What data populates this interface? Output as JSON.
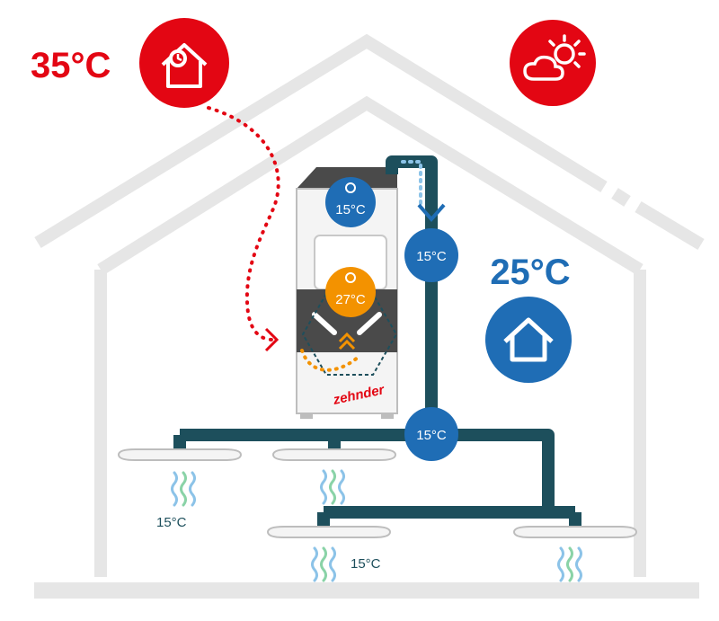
{
  "outside_temp": "35°C",
  "inside_temp": "25°C",
  "unit_top_temp": "15°C",
  "unit_core_temp": "27°C",
  "duct_upper_temp": "15°C",
  "duct_lower_temp": "15°C",
  "vent_left_temp": "15°C",
  "vent_bottom_temp": "15°C",
  "brand": "zehnder",
  "icons": {
    "outside": "house-clock-icon",
    "weather": "sun-cloud-icon",
    "inside": "house-icon"
  },
  "colors": {
    "red": "#e30613",
    "blue": "#1f6db5",
    "teal": "#1d4f5c",
    "orange": "#f39200",
    "house_outline": "#e6e6e6",
    "floor": "#e6e6e6",
    "airflow_blue": "#8cc3e8",
    "airflow_green": "#8ad3a7"
  }
}
